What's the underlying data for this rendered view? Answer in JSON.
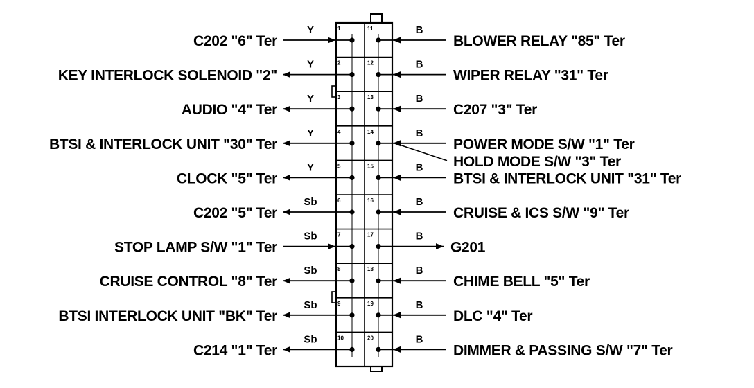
{
  "connector": {
    "left_pins": [
      {
        "pin": "1",
        "wire": "Y",
        "label": "C202 \"6\" Ter",
        "direction": "in"
      },
      {
        "pin": "2",
        "wire": "Y",
        "label": "KEY INTERLOCK SOLENOID \"2\"",
        "direction": "out"
      },
      {
        "pin": "3",
        "wire": "Y",
        "label": "AUDIO \"4\" Ter",
        "direction": "out"
      },
      {
        "pin": "4",
        "wire": "Y",
        "label": "BTSI & INTERLOCK UNIT \"30\" Ter",
        "direction": "out"
      },
      {
        "pin": "5",
        "wire": "Y",
        "label": "CLOCK \"5\" Ter",
        "direction": "out"
      },
      {
        "pin": "6",
        "wire": "Sb",
        "label": "C202 \"5\" Ter",
        "direction": "out"
      },
      {
        "pin": "7",
        "wire": "Sb",
        "label": "STOP LAMP S/W \"1\" Ter",
        "direction": "in"
      },
      {
        "pin": "8",
        "wire": "Sb",
        "label": "CRUISE CONTROL \"8\" Ter",
        "direction": "out"
      },
      {
        "pin": "9",
        "wire": "Sb",
        "label": "BTSI  INTERLOCK UNIT \"BK\" Ter",
        "direction": "out"
      },
      {
        "pin": "10",
        "wire": "Sb",
        "label": "C214 \"1\" Ter",
        "direction": "out"
      }
    ],
    "right_pins": [
      {
        "pin": "11",
        "wire": "B",
        "label": "BLOWER RELAY \"85\" Ter",
        "direction": "in"
      },
      {
        "pin": "12",
        "wire": "B",
        "label": "WIPER RELAY \"31\" Ter",
        "direction": "in"
      },
      {
        "pin": "13",
        "wire": "B",
        "label": "C207 \"3\" Ter",
        "direction": "in"
      },
      {
        "pin": "14",
        "wire": "B",
        "label": "POWER MODE S/W \"1\" Ter",
        "label2": "HOLD MODE S/W \"3\" Ter",
        "direction": "in"
      },
      {
        "pin": "15",
        "wire": "B",
        "label": "BTSI & INTERLOCK UNIT \"31\" Ter",
        "direction": "in"
      },
      {
        "pin": "16",
        "wire": "B",
        "label": "CRUISE & ICS S/W \"9\" Ter",
        "direction": "in"
      },
      {
        "pin": "17",
        "wire": "B",
        "label": "G201",
        "direction": "out"
      },
      {
        "pin": "18",
        "wire": "B",
        "label": "CHIME BELL \"5\" Ter",
        "direction": "in"
      },
      {
        "pin": "19",
        "wire": "B",
        "label": "DLC \"4\" Ter",
        "direction": "in"
      },
      {
        "pin": "20",
        "wire": "B",
        "label": "DIMMER & PASSING S/W \"7\" Ter",
        "direction": "in"
      }
    ]
  },
  "colors": {
    "line": "#000000",
    "background": "#ffffff"
  }
}
